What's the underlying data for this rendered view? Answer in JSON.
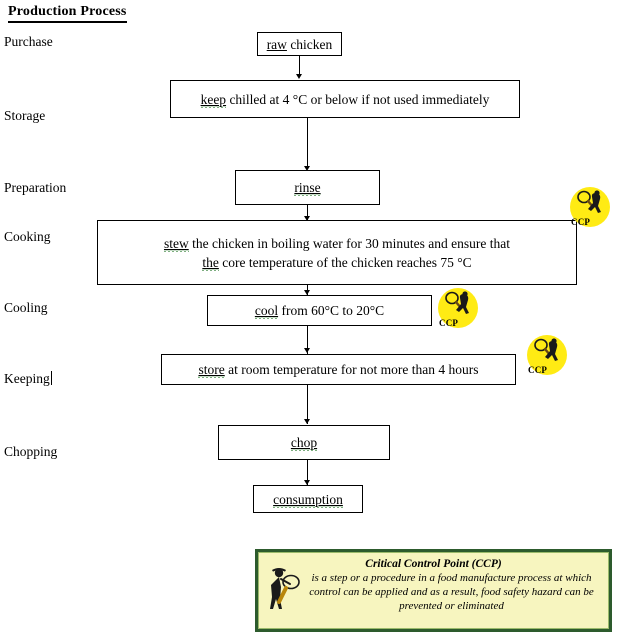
{
  "document": {
    "title": "Production Process"
  },
  "stages": [
    {
      "label": "Purchase",
      "name": "stage-label-purchase"
    },
    {
      "label": "Storage",
      "name": "stage-label-storage"
    },
    {
      "label": "Preparation",
      "name": "stage-label-preparation"
    },
    {
      "label": "Cooking",
      "name": "stage-label-cooking"
    },
    {
      "label": "Cooling",
      "name": "stage-label-cooling"
    },
    {
      "label": "Keeping",
      "name": "stage-label-keeping"
    },
    {
      "label": "Chopping",
      "name": "stage-label-chopping"
    }
  ],
  "nodes": {
    "raw_chicken": {
      "first": "raw",
      "rest": " chicken"
    },
    "storage": {
      "first": "keep",
      "rest": " chilled at 4 °C or below if not used immediately"
    },
    "rinse": {
      "first": "rinse",
      "rest": ""
    },
    "cooking_l1_first": "stew",
    "cooking_l1_rest": " the chicken in boiling water for 30 minutes and ensure that",
    "cooking_l2_first": "the",
    "cooking_l2_rest": " core temperature of the chicken reaches 75 °C",
    "cooling": {
      "first": "cool",
      "rest": " from 60°C to 20°C"
    },
    "keeping": {
      "first": "store",
      "rest": " at room temperature for not more than 4 hours"
    },
    "chop": {
      "first": "chop",
      "rest": ""
    },
    "consumption": {
      "first": "consumption",
      "rest": ""
    }
  },
  "ccp_badges": [
    {
      "label": "CCP",
      "attached_to": "cooking"
    },
    {
      "label": "CCP",
      "attached_to": "cooling"
    },
    {
      "label": "CCP",
      "attached_to": "keeping"
    }
  ],
  "legend": {
    "icon": "person-with-magnifier-icon",
    "title": "Critical Control Point (CCP)",
    "body": "is a step or a procedure in a food manufacture process at which control can be applied and as a result, food safety hazard can be prevented or eliminated",
    "fill_color": "#f7f5bf",
    "border_color": "#2d5b2d"
  },
  "colors": {
    "badge_yellow": "#ffeb14",
    "spellcheck_underline": "#2e7d32",
    "ink": "#000000",
    "page_background": "#ffffff"
  }
}
